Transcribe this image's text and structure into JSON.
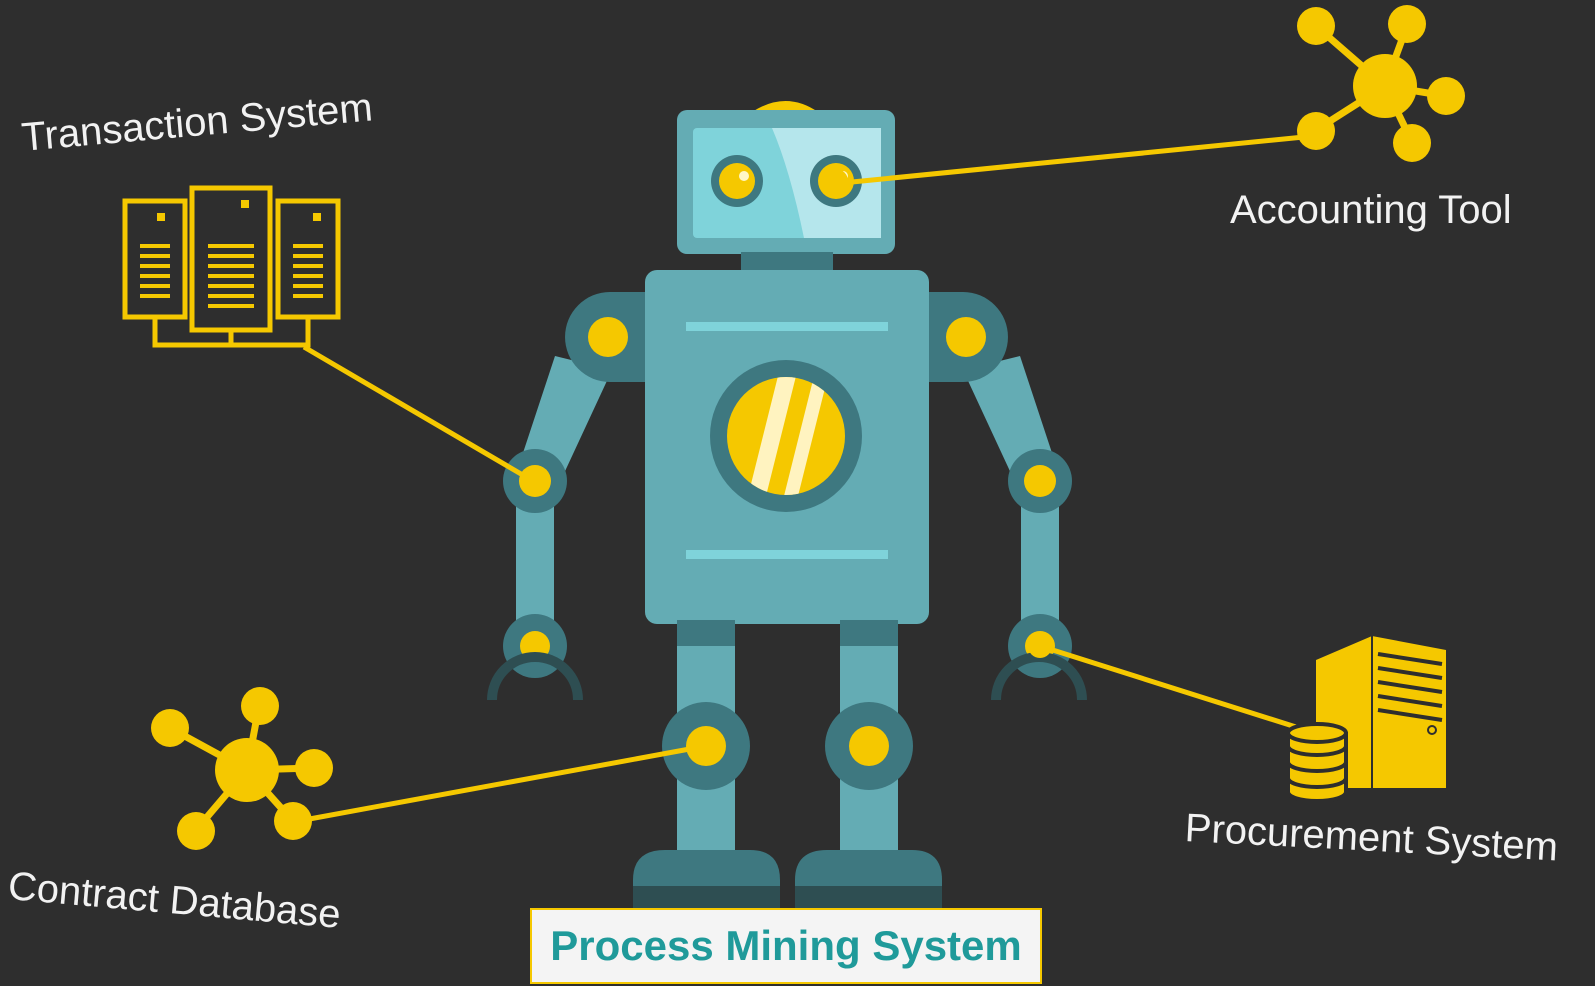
{
  "title": "Process Mining System",
  "sources": {
    "transaction": "Transaction System",
    "accounting": "Accounting Tool",
    "contract": "Contract Database",
    "procurement": "Procurement System"
  },
  "colors": {
    "background": "#2e2e2e",
    "accent": "#f5c800",
    "robot_body": "#64acb4",
    "robot_dark": "#3e7880",
    "title_text": "#1f9a9a"
  },
  "icons": {
    "transaction": "server-rack-icon",
    "accounting": "network-hub-icon",
    "contract": "network-hub-icon",
    "procurement": "database-server-icon",
    "center": "robot-icon"
  }
}
